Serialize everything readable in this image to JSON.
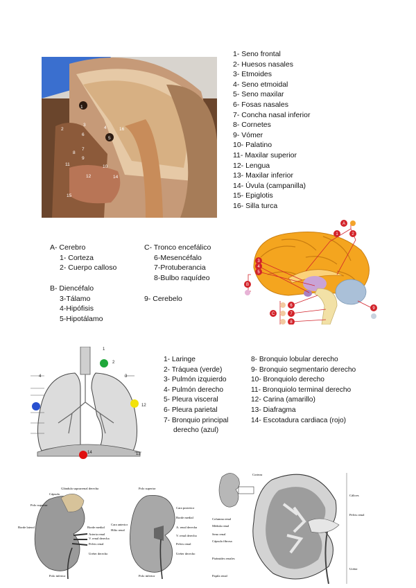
{
  "head": {
    "labels": [
      "1- Seno frontal",
      "2- Huesos nasales",
      "3- Etmoides",
      "4- Seno etmoidal",
      "5- Seno maxilar",
      "6- Fosas nasales",
      "7- Concha nasal inferior",
      "8- Cornetes",
      "9- Vómer",
      "10- Palatino",
      "11- Maxilar superior",
      "12- Lengua",
      "13- Maxilar inferior",
      "14- Úvula (campanilla)",
      "15- Epiglotis",
      "16- Silla turca"
    ],
    "photo_numbers": [
      "1",
      "2",
      "3",
      "4",
      "5",
      "6",
      "7",
      "8",
      "9",
      "10",
      "11",
      "12",
      "14",
      "15",
      "16"
    ]
  },
  "brain": {
    "group_a": {
      "title": "A- Cerebro",
      "items": [
        "1- Corteza",
        "2- Cuerpo calloso"
      ]
    },
    "group_b": {
      "title": "B- Diencéfalo",
      "items": [
        "3-Tálamo",
        "4-Hipófisis",
        "5-Hipotálamo"
      ]
    },
    "group_c": {
      "title": "C- Tronco encefálico",
      "items": [
        "6-Mesencéfalo",
        "7-Protuberancia",
        "8-Bulbo raquídeo"
      ]
    },
    "item_9": "9- Cerebelo",
    "diagram_markers": {
      "a": "A",
      "b": "B",
      "c": "C",
      "n1": "1",
      "n2": "2",
      "n3": "3",
      "n4": "4",
      "n5": "5",
      "n6": "6",
      "n7": "7",
      "n8": "8",
      "n9": "9"
    }
  },
  "lungs": {
    "col1": [
      "1- Laringe",
      "2- Tráquea (verde)",
      "3- Pulmón izquierdo",
      "4- Pulmón derecho",
      "5- Pleura visceral",
      "6- Pleura parietal",
      "7- Bronquio principal",
      "derecho (azul)"
    ],
    "col2": [
      "8- Bronquio lobular derecho",
      "9- Bronquio segmentario derecho",
      "10- Bronquiolo derecho",
      "11- Bronquiolo terminal derecho",
      "12- Carina (amarillo)",
      "13- Diafragma",
      "14- Escotadura cardiaca (rojo)"
    ],
    "diagram_numbers": {
      "n1": "1",
      "n2": "2",
      "n3": "3",
      "n4": "4",
      "n12": "12",
      "n13": "13",
      "n14": "14"
    },
    "colors": {
      "green": "#1fa83a",
      "blue": "#2850d0",
      "yellow": "#f2e20a",
      "red": "#e01010"
    }
  },
  "kidney": {
    "small_a": [
      "Polo superior",
      "Cápsula",
      "Glándula suprarrenal derecha",
      "Arteria renal",
      "V. renal derecha",
      "Pelvis renal",
      "Uréter derecho",
      "Polo inferior",
      "Borde medial",
      "Borde lateral"
    ],
    "small_b": [
      "Polo superior",
      "Cara posterior",
      "Borde medial",
      "A. renal derecha",
      "V. renal derecha",
      "Pelvis renal",
      "Uréter derecho",
      "Polo inferior",
      "Cara anterior",
      "Hilio renal"
    ],
    "large": [
      "Corteza",
      "Columna renal",
      "Médula renal",
      "Seno renal",
      "Cápsula fibrosa",
      "Pirámides renales",
      "Papila renal",
      "Cálices",
      "Pelvis renal",
      "Uréter"
    ]
  }
}
